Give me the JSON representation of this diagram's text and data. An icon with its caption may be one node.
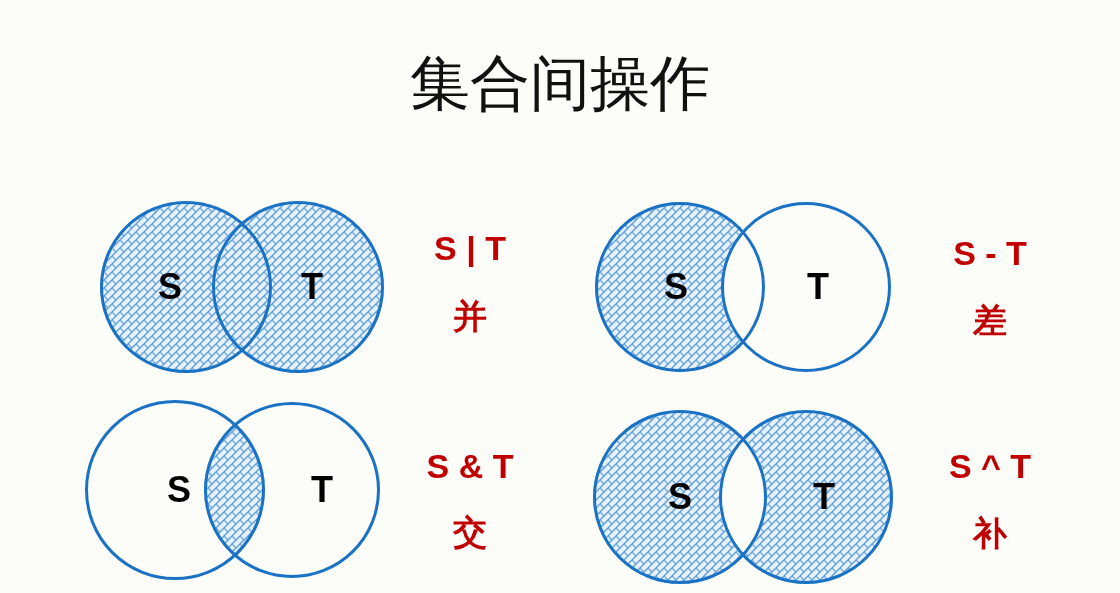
{
  "diagram": {
    "title": "集合间操作",
    "nodes": [
      {
        "text": [
          "S"
        ]
      },
      {
        "text": [
          "T"
        ]
      },
      {
        "text": [
          "S"
        ]
      },
      {
        "text": [
          "T"
        ]
      },
      {
        "text": [
          "S"
        ]
      },
      {
        "text": [
          "T"
        ]
      },
      {
        "text": [
          "S"
        ]
      },
      {
        "text": [
          "T"
        ]
      }
    ],
    "labels": [
      "S | T",
      "并",
      "S - T",
      "差",
      "S & T",
      "交",
      "S ^ T",
      "补"
    ]
  }
}
